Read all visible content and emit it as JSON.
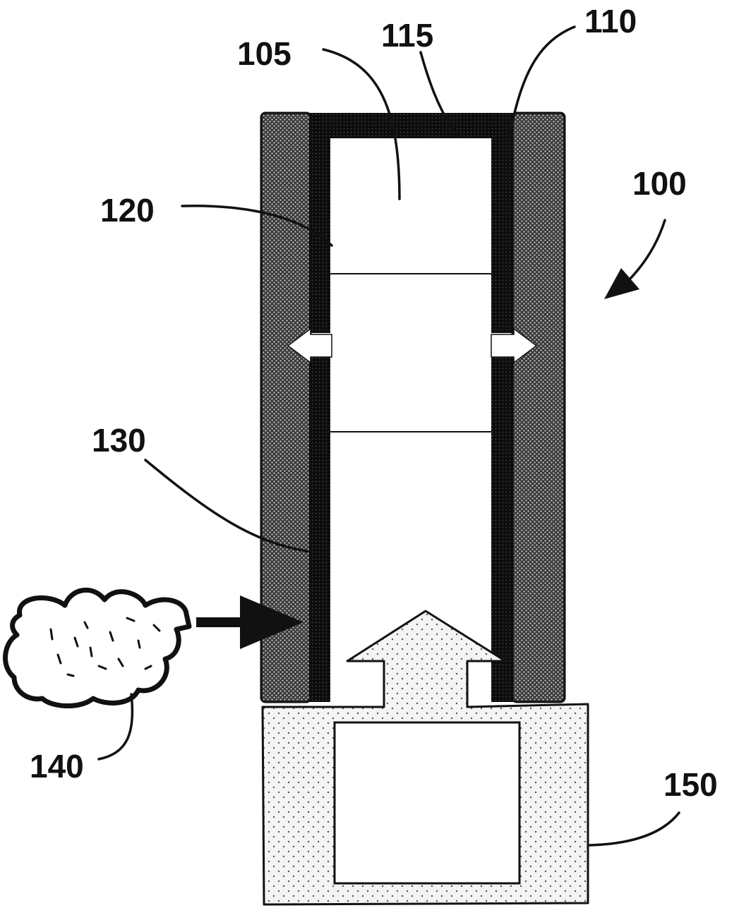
{
  "figure": {
    "reference_numerals": {
      "device": "100",
      "inner_chamber": "105",
      "conductive_layer": "110",
      "top_wall": "115",
      "inner_liner": "120",
      "outer_sleeve": "130",
      "external_source": "140",
      "base_unit": "150"
    },
    "colors": {
      "line": "#111111",
      "dark_layer": "#0d0d0d",
      "dotted_fill": "#f4f4f4",
      "dot": "#555555",
      "crosshatch_bg": "#3a3a3a",
      "crosshatch_dot": "#cfcfcf",
      "arrow_white": "#ffffff"
    }
  }
}
